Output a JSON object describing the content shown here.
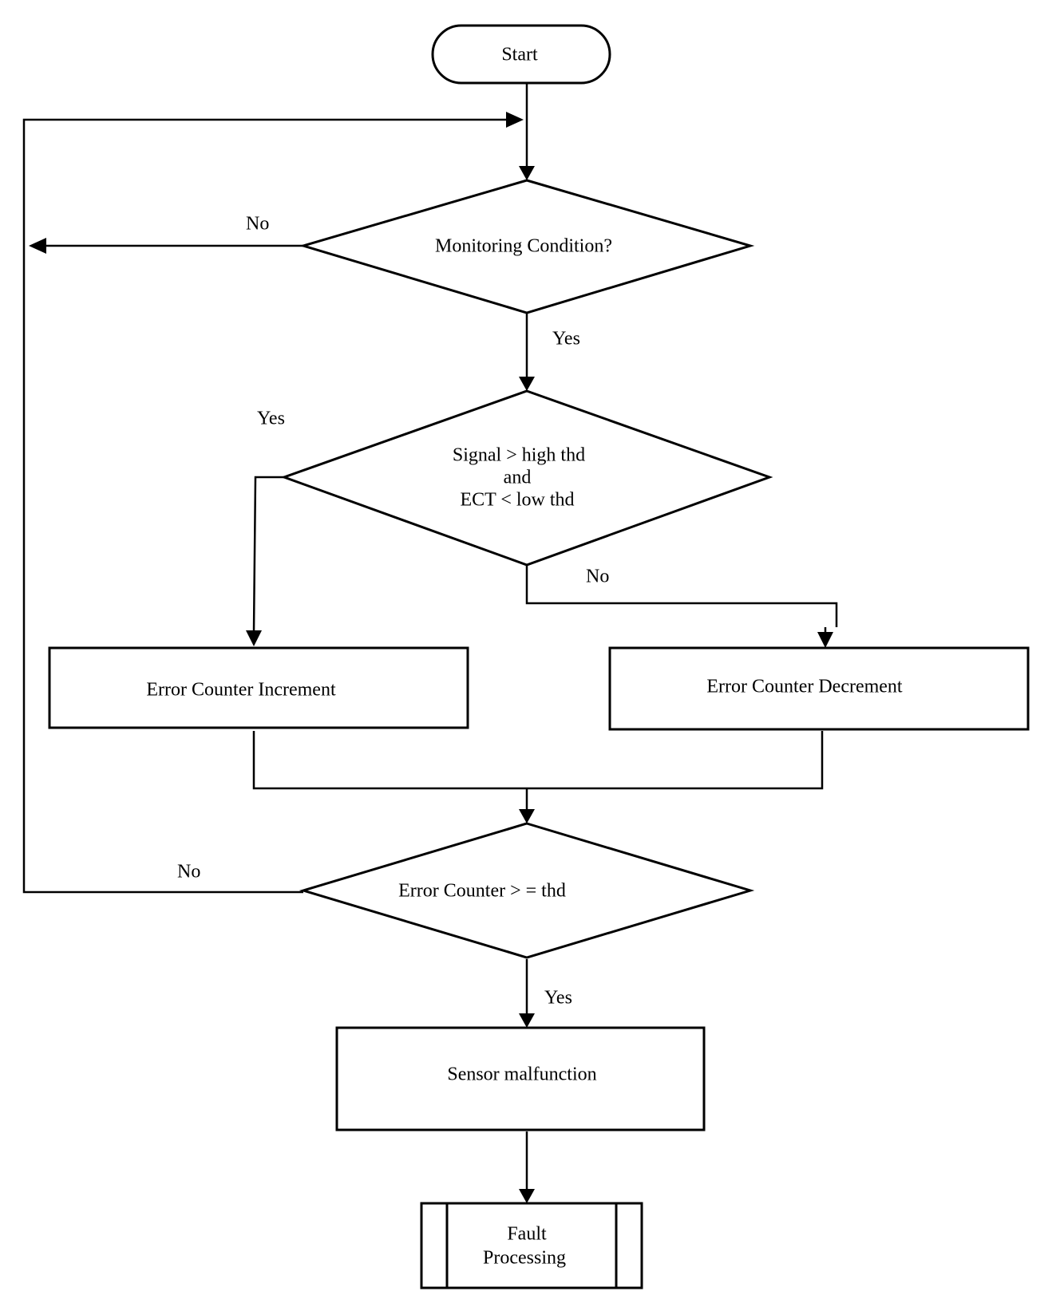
{
  "nodes": {
    "start": "Start",
    "monitoring_condition": "Monitoring Condition?",
    "signal_check": {
      "line1": "Signal > high thd",
      "line2": "and",
      "line3": "ECT < low thd"
    },
    "error_increment": "Error Counter Increment",
    "error_decrement": "Error Counter Decrement",
    "error_threshold": "Error Counter > = thd",
    "sensor_malfunction": "Sensor malfunction",
    "fault_processing": {
      "line1": "Fault",
      "line2": "Processing"
    }
  },
  "edge_labels": {
    "monitoring_no": "No",
    "monitoring_yes": "Yes",
    "signal_yes": "Yes",
    "signal_no": "No",
    "threshold_no": "No",
    "threshold_yes": "Yes"
  },
  "colors": {
    "stroke": "#000000",
    "background": "#ffffff"
  }
}
